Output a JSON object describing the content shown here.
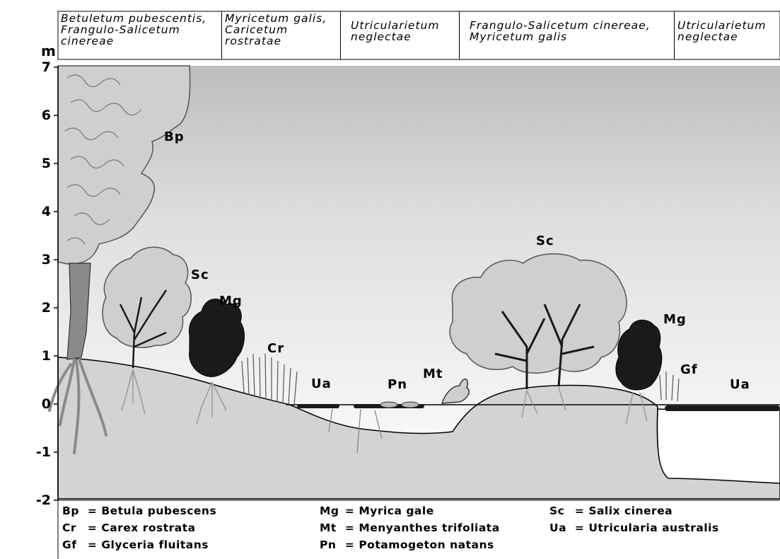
{
  "header": {
    "cells": [
      {
        "lines": [
          "Betuletum pubescentis,",
          "Frangulo-Salicetum",
          "cinereae"
        ]
      },
      {
        "lines": [
          "Myricetum galis,",
          "Caricetum",
          "rostratae"
        ]
      },
      {
        "lines": [
          "",
          "Utricularietum",
          "neglectae"
        ]
      },
      {
        "lines": [
          "",
          "Frangulo-Salicetum cinereae,",
          "Myricetum galis"
        ]
      },
      {
        "lines": [
          "",
          "Utricularietum",
          "neglectae"
        ]
      }
    ]
  },
  "axis": {
    "unit": "m",
    "ticks": [
      "7",
      "6",
      "5",
      "4",
      "3",
      "2",
      "1",
      "0",
      "-1",
      "-2"
    ],
    "range": [
      -2,
      7
    ]
  },
  "plant_labels": {
    "bp": "Bp",
    "sc_left": "Sc",
    "mg_left": "Mg",
    "cr": "Cr",
    "ua_left": "Ua",
    "pn": "Pn",
    "mt": "Mt",
    "sc_right": "Sc",
    "mg_right": "Mg",
    "gf": "Gf",
    "ua_right": "Ua"
  },
  "legend": [
    {
      "code": "Bp",
      "eq": "=",
      "name": "Betula pubescens"
    },
    {
      "code": "Cr",
      "eq": "=",
      "name": "Carex rostrata"
    },
    {
      "code": "Gf",
      "eq": "=",
      "name": "Glyceria fluitans"
    },
    {
      "code": "Mg",
      "eq": "=",
      "name": "Myrica gale"
    },
    {
      "code": "Mt",
      "eq": "=",
      "name": "Menyanthes trifoliata"
    },
    {
      "code": "Pn",
      "eq": "=",
      "name": "Potamogeton natans"
    },
    {
      "code": "Sc",
      "eq": "=",
      "name": "Salix cinerea"
    },
    {
      "code": "Ua",
      "eq": "=",
      "name": "Utricularia australis"
    }
  ],
  "colors": {
    "ground": "#d3d3d3",
    "canopy": "#cfcfcf",
    "trunk": "#1a1a1a",
    "shrub": "#1a1a1a",
    "water_line": "#000000"
  }
}
